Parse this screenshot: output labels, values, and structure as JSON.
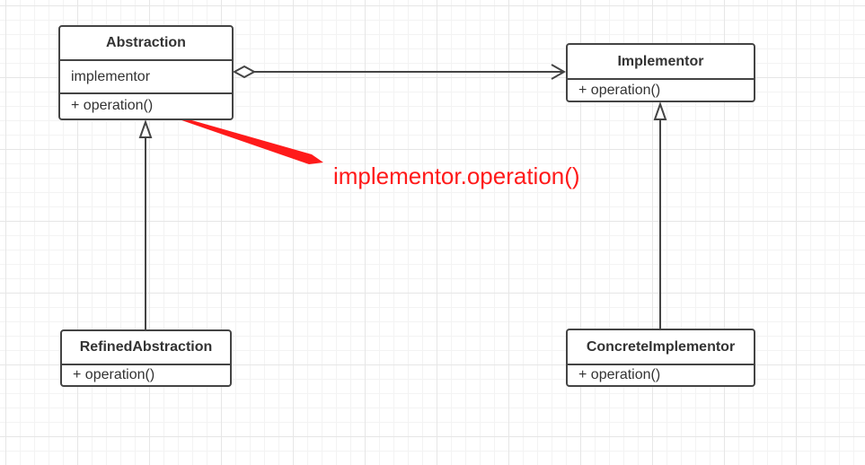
{
  "diagram": {
    "colors": {
      "border": "#444444",
      "text": "#333333",
      "annotation": "#ff1a1a",
      "grid": "#e6e6e6"
    },
    "classes": {
      "abstraction": {
        "name": "Abstraction",
        "attribute": "implementor",
        "method": "+ operation()"
      },
      "implementor": {
        "name": "Implementor",
        "method": "+ operation()"
      },
      "refined_abstraction": {
        "name": "RefinedAbstraction",
        "method": "+ operation()"
      },
      "concrete_implementor": {
        "name": "ConcreteImplementor",
        "method": "+ operation()"
      }
    },
    "relationships": [
      {
        "from": "Abstraction",
        "to": "Implementor",
        "type": "aggregation",
        "icon": "hollow-diamond-open-arrow"
      },
      {
        "from": "RefinedAbstraction",
        "to": "Abstraction",
        "type": "generalization",
        "icon": "hollow-triangle-arrow"
      },
      {
        "from": "ConcreteImplementor",
        "to": "Implementor",
        "type": "realization",
        "icon": "hollow-triangle-arrow"
      }
    ],
    "annotation": {
      "text": "implementor.operation()",
      "icon": "red-arrow"
    }
  }
}
